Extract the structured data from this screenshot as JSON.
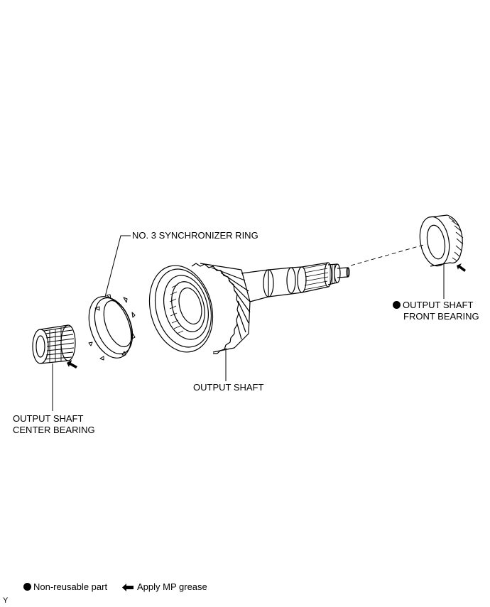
{
  "labels": {
    "synchronizer_ring": "NO. 3 SYNCHRONIZER RING",
    "output_shaft": "OUTPUT SHAFT",
    "front_bearing_line1": "OUTPUT SHAFT",
    "front_bearing_line2": "FRONT BEARING",
    "center_bearing_line1": "OUTPUT SHAFT",
    "center_bearing_line2": "CENTER BEARING"
  },
  "legend": {
    "non_reusable": "Non-reusable part",
    "apply_grease": "Apply MP grease"
  },
  "corner_code": "Y"
}
